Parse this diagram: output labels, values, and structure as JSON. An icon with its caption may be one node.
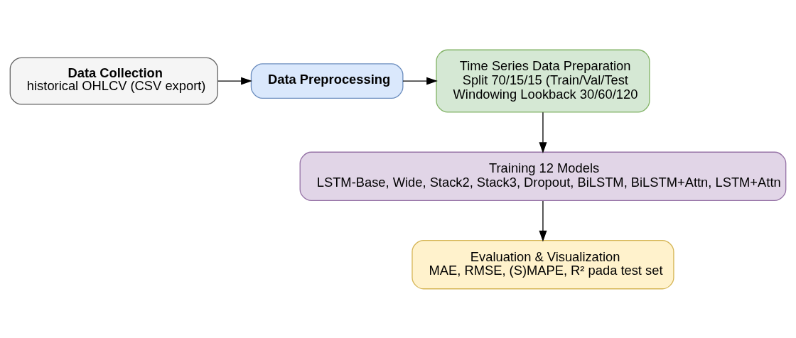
{
  "diagram": {
    "nodes": [
      {
        "text": [
          "Data Collection",
          "historical OHLCV (CSV export)"
        ]
      },
      {
        "text": [
          "Data Preprocessing"
        ]
      },
      {
        "text": [
          "Time Series Data Preparation",
          "Split 70/15/15 (Train/Val/Test",
          "Windowing Lookback 30/60/120"
        ]
      },
      {
        "text": [
          "Training 12 Models",
          "LSTM-Base, Wide, Stack2, Stack3, Dropout, BiLSTM, BiLSTM+Attn, LSTM+Attn"
        ]
      },
      {
        "text": [
          "Evaluation & Visualization",
          "MAE, RMSE, (S)MAPE, R² pada test set"
        ]
      }
    ],
    "edges": [
      {
        "from": 0,
        "to": 1,
        "arrow": "to"
      },
      {
        "from": 1,
        "to": 2,
        "arrow": "to"
      },
      {
        "from": 2,
        "to": 3,
        "arrow": "to"
      },
      {
        "from": 3,
        "to": 4,
        "arrow": "to"
      }
    ]
  }
}
